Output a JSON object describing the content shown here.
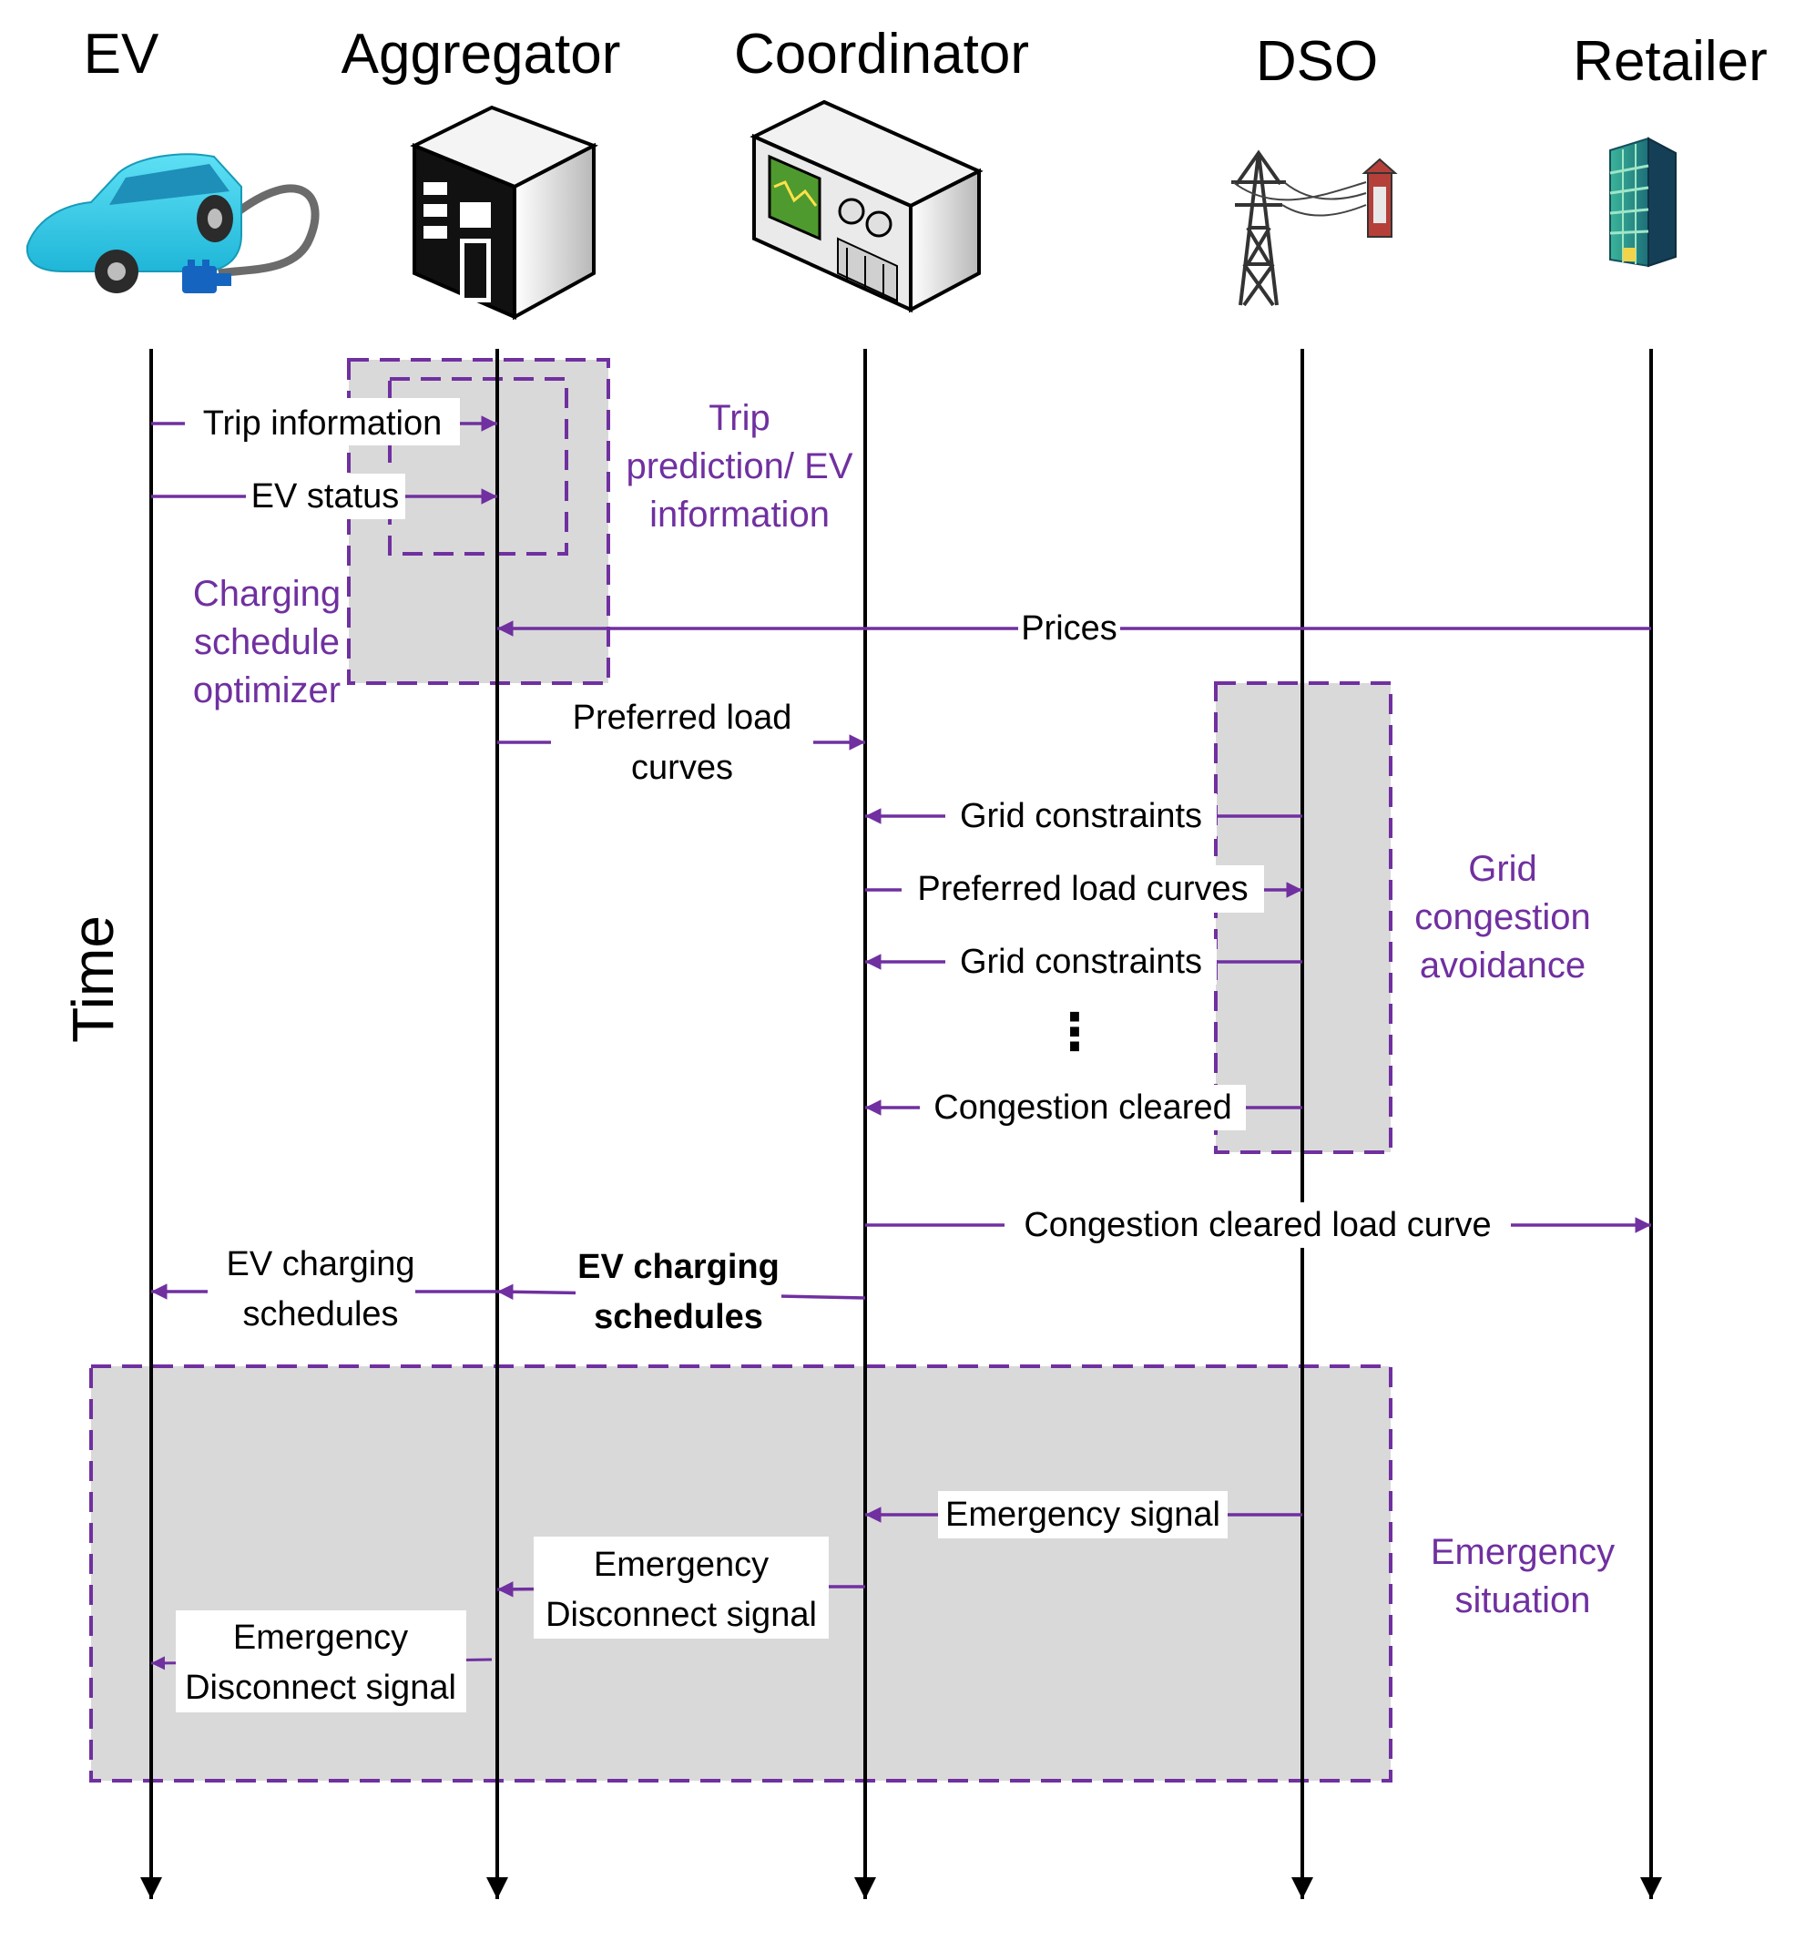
{
  "actors": [
    {
      "id": "ev",
      "label": "EV",
      "icon": "ev-car-icon"
    },
    {
      "id": "aggregator",
      "label": "Aggregator",
      "icon": "server-icon"
    },
    {
      "id": "coordinator",
      "label": "Coordinator",
      "icon": "controller-device-icon"
    },
    {
      "id": "dso",
      "label": "DSO",
      "icon": "power-tower-icon"
    },
    {
      "id": "retailer",
      "label": "Retailer",
      "icon": "office-building-icon"
    }
  ],
  "time_label": "Time",
  "groups": [
    {
      "id": "trip",
      "lines": [
        "Trip",
        "prediction/ EV",
        "information"
      ]
    },
    {
      "id": "optimizer",
      "lines": [
        "Charging",
        "schedule",
        "optimizer"
      ]
    },
    {
      "id": "grid",
      "lines": [
        "Grid",
        "congestion",
        "avoidance"
      ]
    },
    {
      "id": "emergency",
      "lines": [
        "Emergency",
        "situation"
      ]
    }
  ],
  "messages": [
    {
      "id": "trip-info",
      "from": "ev",
      "to": "aggregator",
      "lines": [
        "Trip information"
      ]
    },
    {
      "id": "ev-status",
      "from": "ev",
      "to": "aggregator",
      "lines": [
        "EV status"
      ]
    },
    {
      "id": "prices",
      "from": "retailer",
      "to": "aggregator",
      "lines": [
        "Prices"
      ]
    },
    {
      "id": "preferred-load-curves-1",
      "from": "aggregator",
      "to": "coordinator",
      "lines": [
        "Preferred load",
        "curves"
      ]
    },
    {
      "id": "grid-constraints-1",
      "from": "dso",
      "to": "coordinator",
      "lines": [
        "Grid constraints"
      ]
    },
    {
      "id": "preferred-load-curves-2",
      "from": "coordinator",
      "to": "dso",
      "lines": [
        "Preferred load curves"
      ]
    },
    {
      "id": "grid-constraints-2",
      "from": "dso",
      "to": "coordinator",
      "lines": [
        "Grid constraints"
      ]
    },
    {
      "id": "congestion-cleared",
      "from": "dso",
      "to": "coordinator",
      "lines": [
        "Congestion cleared"
      ]
    },
    {
      "id": "congestion-cleared-load-curve",
      "from": "coordinator",
      "to": "retailer",
      "lines": [
        "Congestion cleared load curve"
      ]
    },
    {
      "id": "ev-charging-schedules-bold",
      "from": "coordinator",
      "to": "aggregator",
      "lines": [
        "EV charging",
        "schedules"
      ]
    },
    {
      "id": "ev-charging-schedules",
      "from": "aggregator",
      "to": "ev",
      "lines": [
        "EV charging",
        "schedules"
      ]
    },
    {
      "id": "emergency-signal",
      "from": "dso",
      "to": "coordinator",
      "lines": [
        "Emergency signal"
      ]
    },
    {
      "id": "emergency-disconnect-1",
      "from": "coordinator",
      "to": "aggregator",
      "lines": [
        "Emergency",
        "Disconnect signal"
      ]
    },
    {
      "id": "emergency-disconnect-2",
      "from": "aggregator",
      "to": "ev",
      "lines": [
        "Emergency",
        "Disconnect signal"
      ]
    }
  ],
  "ellipsis": "⋮",
  "colors": {
    "accent": "#7030a0",
    "line": "#000000",
    "box_fill": "#d9d9d9"
  }
}
